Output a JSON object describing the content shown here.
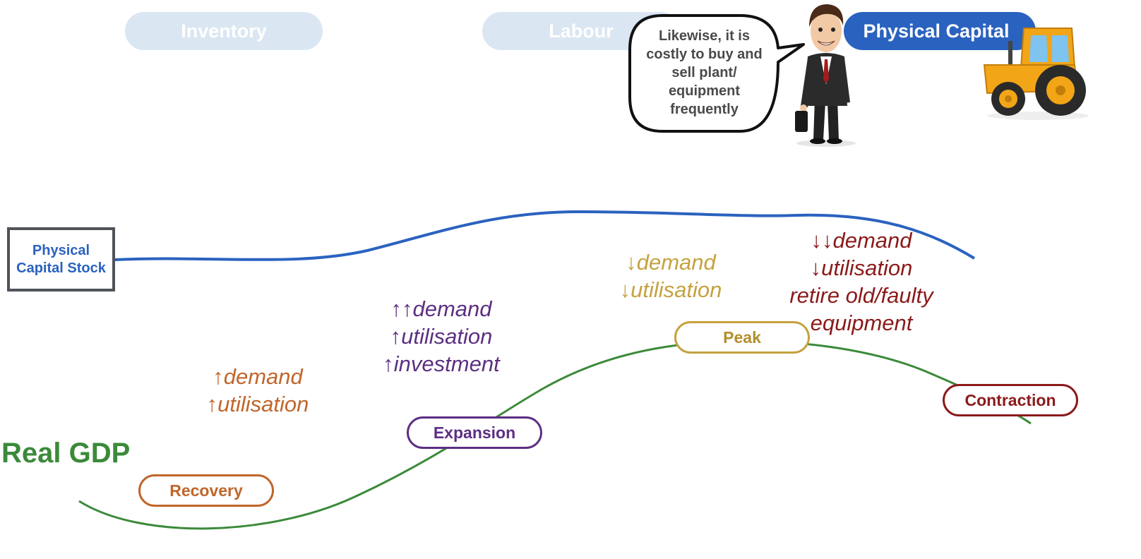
{
  "tabs": [
    {
      "label": "Inventory",
      "active": false
    },
    {
      "label": "Labour",
      "active": false
    },
    {
      "label": "Physical Capital",
      "active": true
    }
  ],
  "speech_bubble": {
    "lines": [
      "Likewise, it is",
      "costly to buy and",
      "sell plant/",
      "equipment",
      "frequently"
    ]
  },
  "capital_stock_box": {
    "lines": [
      "Physical",
      "Capital Stock"
    ]
  },
  "gdp_label": "Real GDP",
  "stages": {
    "recovery": "Recovery",
    "expansion": "Expansion",
    "peak": "Peak",
    "contraction": "Contraction"
  },
  "notes": {
    "recovery": {
      "arrows": [
        "↑",
        "↑"
      ],
      "lines": [
        "demand",
        "utilisation"
      ]
    },
    "expansion": {
      "arrows": [
        "↑↑",
        "↑",
        "↑"
      ],
      "lines": [
        "demand",
        "utilisation",
        "investment"
      ]
    },
    "peak": {
      "arrows": [
        "↓",
        "↓"
      ],
      "lines": [
        "demand",
        "utilisation"
      ]
    },
    "contraction": {
      "arrows": [
        "↓↓",
        "↓",
        "",
        ""
      ],
      "lines": [
        "demand",
        "utilisation",
        "retire old/faulty",
        "equipment"
      ]
    }
  },
  "colors": {
    "gdp_curve": "#3b8a3a",
    "capital_curve": "#2a62bf",
    "recovery": "#c0662a",
    "expansion": "#5c2f82",
    "peak": "#c4a23e",
    "contraction": "#8b1a1a"
  },
  "icons": [
    "businessman-icon",
    "tractor-icon"
  ]
}
